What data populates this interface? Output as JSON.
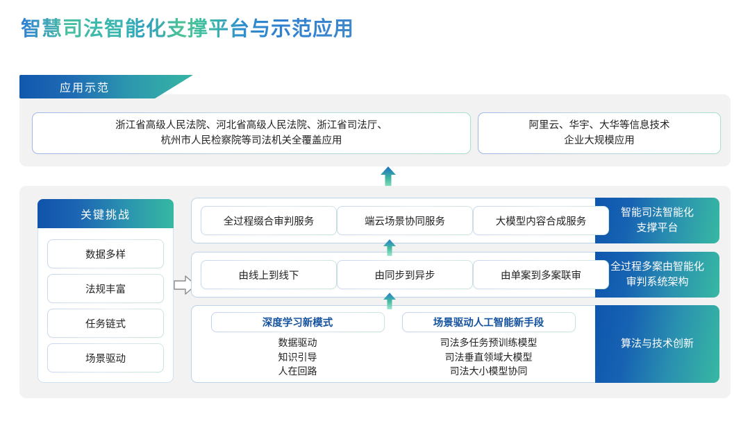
{
  "title": "智慧司法智能化支撑平台与示范应用",
  "section_demo": {
    "ribbon_label": "应用示范",
    "boxes": [
      "浙江省高级人民法院、河北省高级人民法院、浙江省司法厅、\n杭州市人民检察院等司法机关全覆盖应用",
      "阿里云、华宇、大华等信息技术\n企业大规模应用"
    ]
  },
  "challenges": {
    "header": "关键挑战",
    "items": [
      "数据多样",
      "法规丰富",
      "任务链式",
      "场景驱动"
    ]
  },
  "rows": [
    {
      "label": "智能司法智能化\n支撑平台",
      "pills": [
        "全过程缀合审判服务",
        "端云场景协同服务",
        "大模型内容合成服务"
      ]
    },
    {
      "label": "全过程多案由智能化\n审判系统架构",
      "pills": [
        "由线上到线下",
        "由同步到异步",
        "由单案到多案联审"
      ]
    },
    {
      "label": "算法与技术创新",
      "columns": [
        {
          "head": "深度学习新模式",
          "items": [
            "数据驱动",
            "知识引导",
            "人在回路"
          ]
        },
        {
          "head": "场景驱动人工智能新手段",
          "items": [
            "司法多任务预训练模型",
            "司法垂直领域大模型",
            "司法大小模型协同"
          ]
        }
      ]
    }
  ],
  "colors": {
    "gradient_start": "#0e56ae",
    "gradient_end": "#37b8a2",
    "panel_bg": "#f2f2f2",
    "accent_blue": "#16539e",
    "arrow_top": "#1f6fc4",
    "arrow_bottom": "#4cc9a2"
  }
}
